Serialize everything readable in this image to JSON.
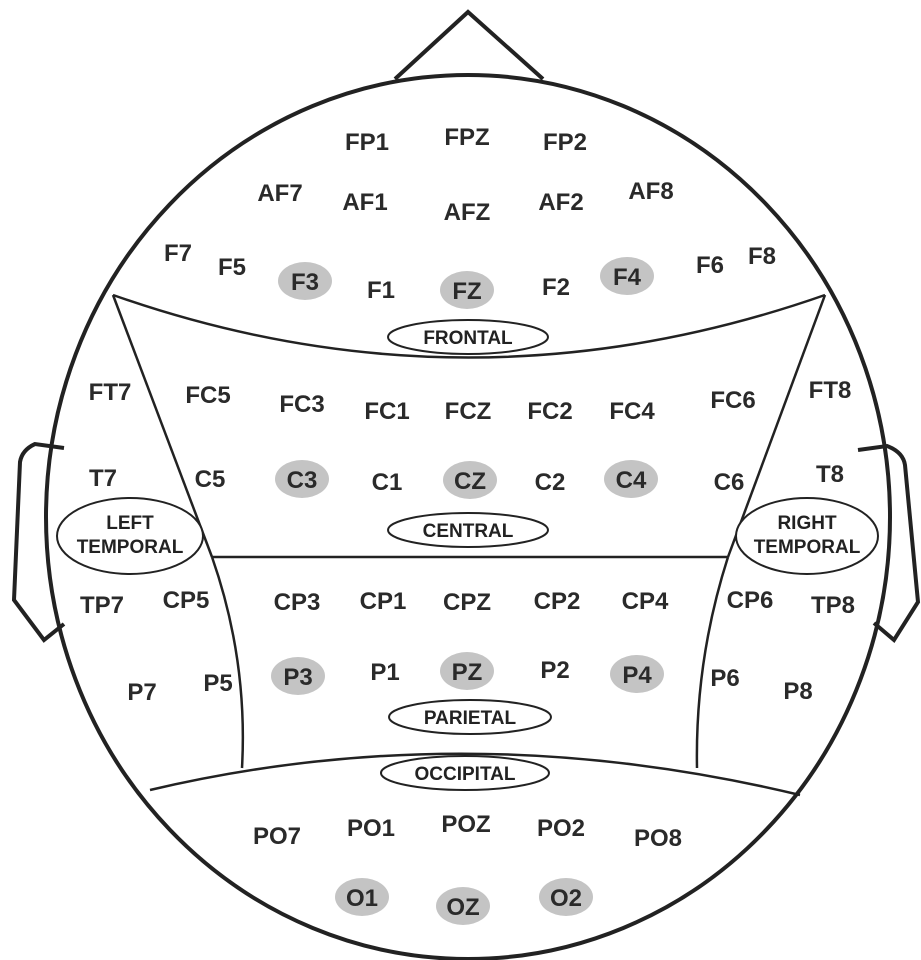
{
  "colors": {
    "outline": "#222222",
    "highlight": "#c4c4c4",
    "text": "#2a2a2a",
    "background": "#ffffff"
  },
  "regions": {
    "frontal": "FRONTAL",
    "central": "CENTRAL",
    "parietal": "PARIETAL",
    "occipital": "OCCIPITAL",
    "left_temporal_line1": "LEFT",
    "left_temporal_line2": "TEMPORAL",
    "right_temporal_line1": "RIGHT",
    "right_temporal_line2": "TEMPORAL"
  },
  "electrodes": {
    "fp1": "FP1",
    "fpz": "FPZ",
    "fp2": "FP2",
    "af7": "AF7",
    "af1": "AF1",
    "afz": "AFZ",
    "af2": "AF2",
    "af8": "AF8",
    "f7": "F7",
    "f5": "F5",
    "f3": "F3",
    "f1": "F1",
    "fz": "FZ",
    "f2": "F2",
    "f4": "F4",
    "f6": "F6",
    "f8": "F8",
    "ft7": "FT7",
    "fc5": "FC5",
    "fc3": "FC3",
    "fc1": "FC1",
    "fcz": "FCZ",
    "fc2": "FC2",
    "fc4": "FC4",
    "fc6": "FC6",
    "ft8": "FT8",
    "t7": "T7",
    "c5": "C5",
    "c3": "C3",
    "c1": "C1",
    "cz": "CZ",
    "c2": "C2",
    "c4": "C4",
    "c6": "C6",
    "t8": "T8",
    "tp7": "TP7",
    "cp5": "CP5",
    "cp3": "CP3",
    "cp1": "CP1",
    "cpz": "CPZ",
    "cp2": "CP2",
    "cp4": "CP4",
    "cp6": "CP6",
    "tp8": "TP8",
    "p7": "P7",
    "p5": "P5",
    "p3": "P3",
    "p1": "P1",
    "pz": "PZ",
    "p2": "P2",
    "p4": "P4",
    "p6": "P6",
    "p8": "P8",
    "po7": "PO7",
    "po1": "PO1",
    "poz": "POZ",
    "po2": "PO2",
    "po8": "PO8",
    "o1": "O1",
    "oz": "OZ",
    "o2": "O2"
  },
  "highlighted_electrodes": [
    "F3",
    "FZ",
    "F4",
    "C3",
    "CZ",
    "C4",
    "P3",
    "PZ",
    "P4",
    "O1",
    "OZ",
    "O2"
  ]
}
